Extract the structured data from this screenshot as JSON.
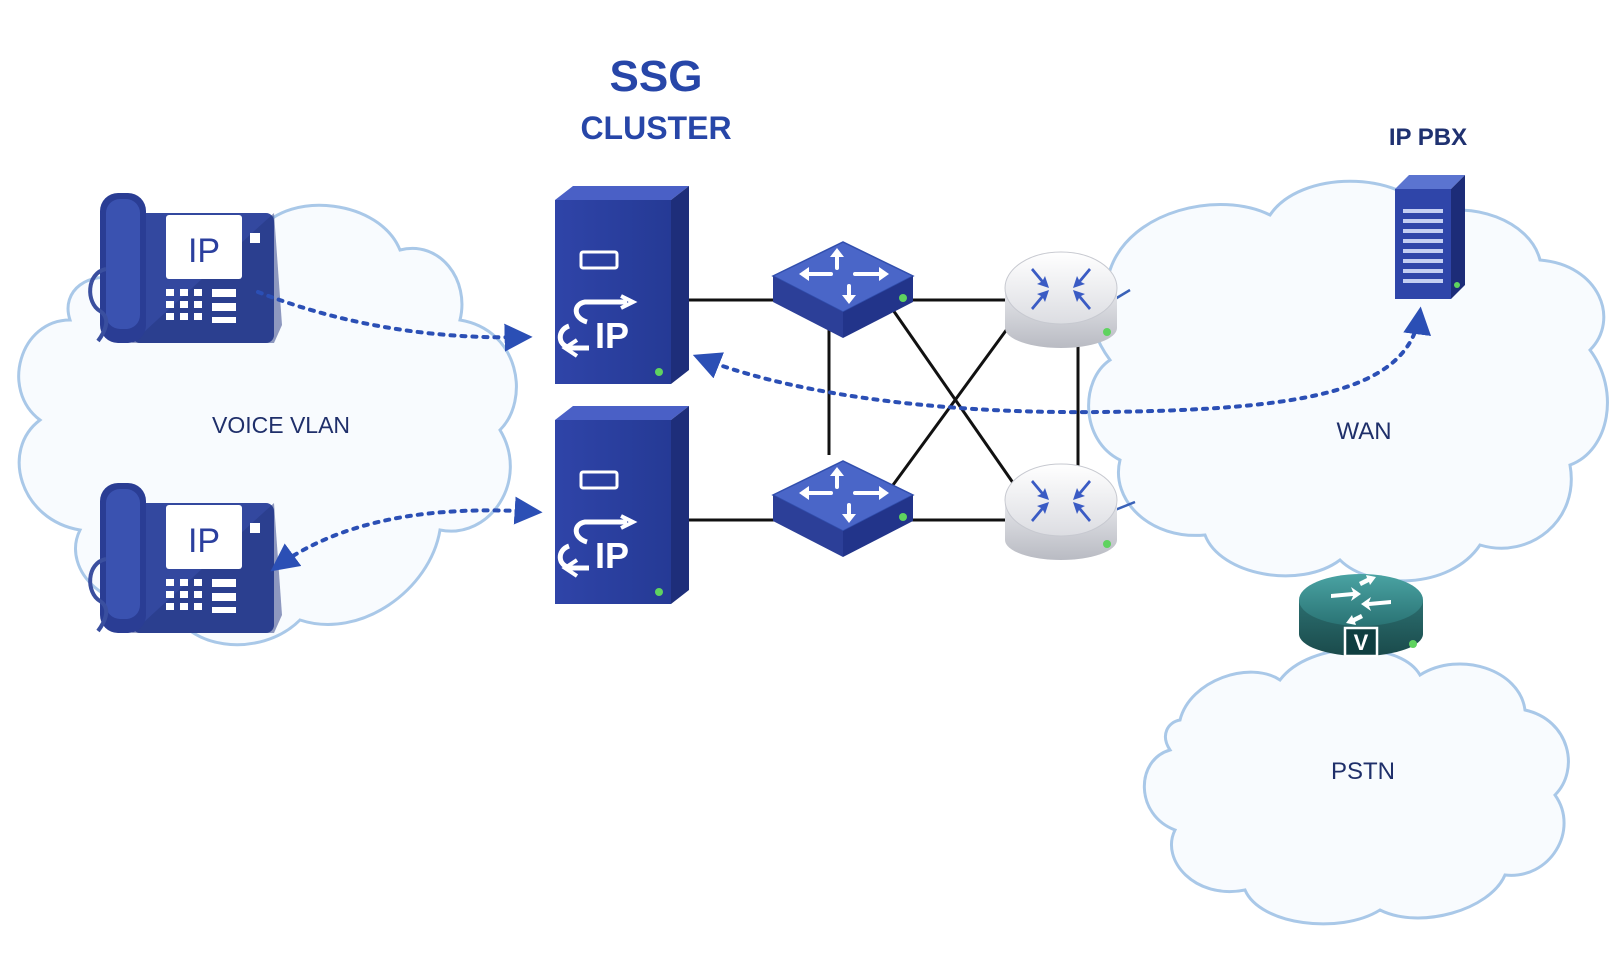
{
  "title": {
    "line1": "SSG",
    "line2": "CLUSTER"
  },
  "clouds": {
    "voice_vlan": "VOICE VLAN",
    "wan": "WAN",
    "pstn": "PSTN"
  },
  "devices": {
    "ip_pbx_label": "IP PBX",
    "phone_screen_text": "IP",
    "sip_server_text": "IP",
    "voice_gateway_badge": "V"
  },
  "colors": {
    "device_blue": "#2b3f9e",
    "cloud_stroke": "#a9c8e8",
    "cloud_fill": "#f8fbfe",
    "signal_line": "#2b4fb5",
    "link_line": "#111111",
    "gateway_teal": "#2f7f80"
  }
}
